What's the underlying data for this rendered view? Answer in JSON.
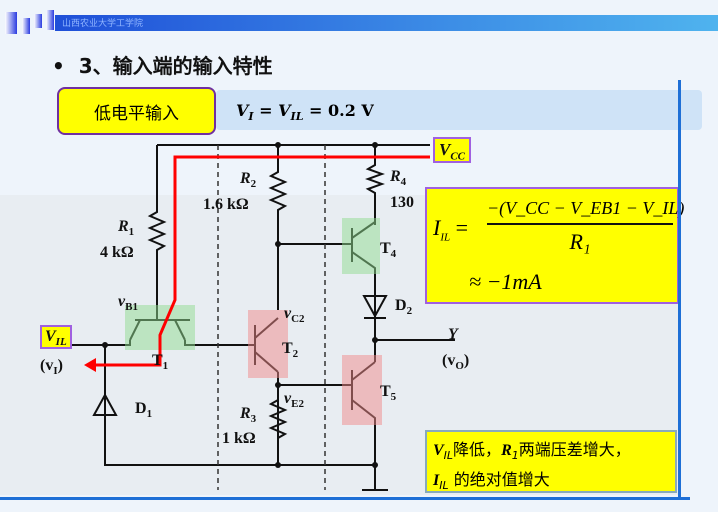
{
  "header": {
    "text": "山西农业大学工学院"
  },
  "title": "3、输入端的输入特性",
  "condition": {
    "label": "低电平输入",
    "equation": "V_I = V_IL = 0.2 V"
  },
  "circuit": {
    "vcc": "V",
    "vcc_sub": "CC",
    "r1": "R",
    "r1_sub": "1",
    "r1_val": "4 kΩ",
    "r2": "R",
    "r2_sub": "2",
    "r2_val": "1.6 kΩ",
    "r3": "R",
    "r3_sub": "3",
    "r3_val": "1 kΩ",
    "r4": "R",
    "r4_sub": "4",
    "r4_val": "130",
    "t1": "T",
    "t1_sub": "1",
    "t2": "T",
    "t2_sub": "2",
    "t4": "T",
    "t4_sub": "4",
    "t5": "T",
    "t5_sub": "5",
    "d1": "D",
    "d1_sub": "1",
    "d2": "D",
    "d2_sub": "2",
    "vb1": "v",
    "vb1_sub": "B1",
    "vc2": "v",
    "vc2_sub": "C2",
    "ve2": "v",
    "ve2_sub": "E2",
    "vil": "V",
    "vil_sub": "IL",
    "vi": "(v",
    "vi_sub": "I",
    "vi_end": ")",
    "y": "Y",
    "vo": "(v",
    "vo_sub": "O",
    "vo_end": ")"
  },
  "formula": {
    "lhs": "I",
    "lhs_sub": "IL",
    "numerator": "−(V_CC − V_EB1 − V_IL)",
    "denominator": "R₁",
    "approx": "≈ −1mA"
  },
  "note": {
    "line1_var": "V",
    "line1_sub": "IL",
    "line1_a": "降低，",
    "line1_r": "R",
    "line1_rsub": "1",
    "line1_b": "两端压差增大，",
    "line2_var": "I",
    "line2_sub": "IL",
    "line2_b": " 的绝对值增大"
  },
  "colors": {
    "highlight": "#ffff00",
    "border": "#7030a0",
    "current": "#ff0000"
  }
}
